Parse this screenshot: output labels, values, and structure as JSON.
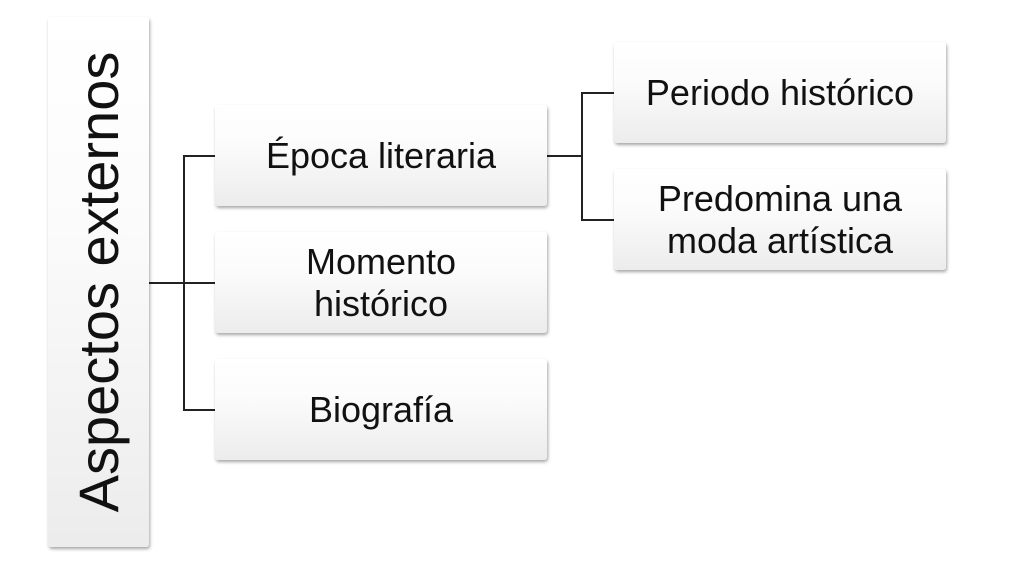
{
  "diagram": {
    "root": {
      "label": "Aspectos externos"
    },
    "branches": [
      {
        "label": "Época literaria",
        "children": [
          {
            "label": "Periodo histórico"
          },
          {
            "label": "Predomina una moda artística"
          }
        ]
      },
      {
        "label": "Momento histórico"
      },
      {
        "label": "Biografía"
      }
    ]
  },
  "colors": {
    "connector": "#222222",
    "node_text": "#111111",
    "node_fill_top": "#ffffff",
    "node_fill_bottom": "#ececec"
  }
}
